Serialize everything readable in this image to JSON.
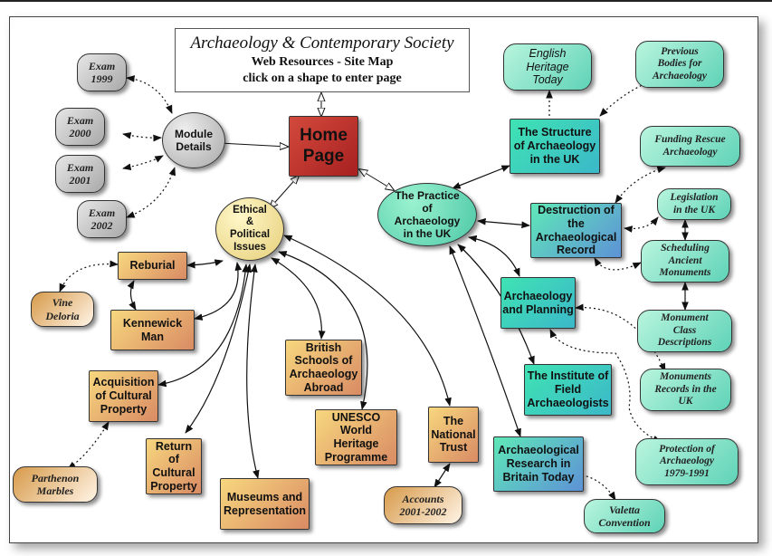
{
  "title": {
    "line1": "Archaeology & Contemporary Society",
    "line2": "Web Resources - Site Map",
    "line3": "click on a shape to enter page"
  },
  "nodes": {
    "home": "Home\nPage",
    "module_details": "Module\nDetails",
    "exam_1999": "Exam\n1999",
    "exam_2000": "Exam\n2000",
    "exam_2001": "Exam\n2001",
    "exam_2002": "Exam\n2002",
    "ethical": "Ethical\n&\nPolitical\nIssues",
    "reburial": "Reburial",
    "vine_deloria": "Vine\nDeloria",
    "kennewick": "Kennewick\nMan",
    "acquisition": "Acquisition\nof Cultural\nProperty",
    "parthenon": "Parthenon\nMarbles",
    "return_property": "Return\nof\nCultural\nProperty",
    "museums": "Museums and\nRepresentation",
    "british_schools": "British\nSchools of\nArchaeology\nAbroad",
    "unesco": "UNESCO\nWorld\nHeritage\nProgramme",
    "national_trust": "The\nNational\nTrust",
    "accounts": "Accounts\n2001-2002",
    "practice": "The Practice\nof\nArchaeology\nin the UK",
    "structure": "The Structure\nof Archaeology\nin the UK",
    "english_heritage": "English\nHeritage\nToday",
    "previous_bodies": "Previous\nBodies for\nArchaeology",
    "destruction": "Destruction of\nthe\nArchaeological\nRecord",
    "funding_rescue": "Funding Rescue\nArchaeology",
    "legislation": "Legislation\nin the UK",
    "scheduling": "Scheduling\nAncient\nMonuments",
    "monument_class": "Monument\nClass\nDescriptions",
    "archaeology_planning": "Archaeology\nand Planning",
    "monuments_records": "Monuments\nRecords in the\nUK",
    "institute": "The Institute of\nField\nArchaeologists",
    "protection": "Protection of\nArchaeology\n1979-1991",
    "research_britain": "Archaeological\nResearch in\nBritain Today",
    "valetta": "Valetta\nConvention"
  }
}
